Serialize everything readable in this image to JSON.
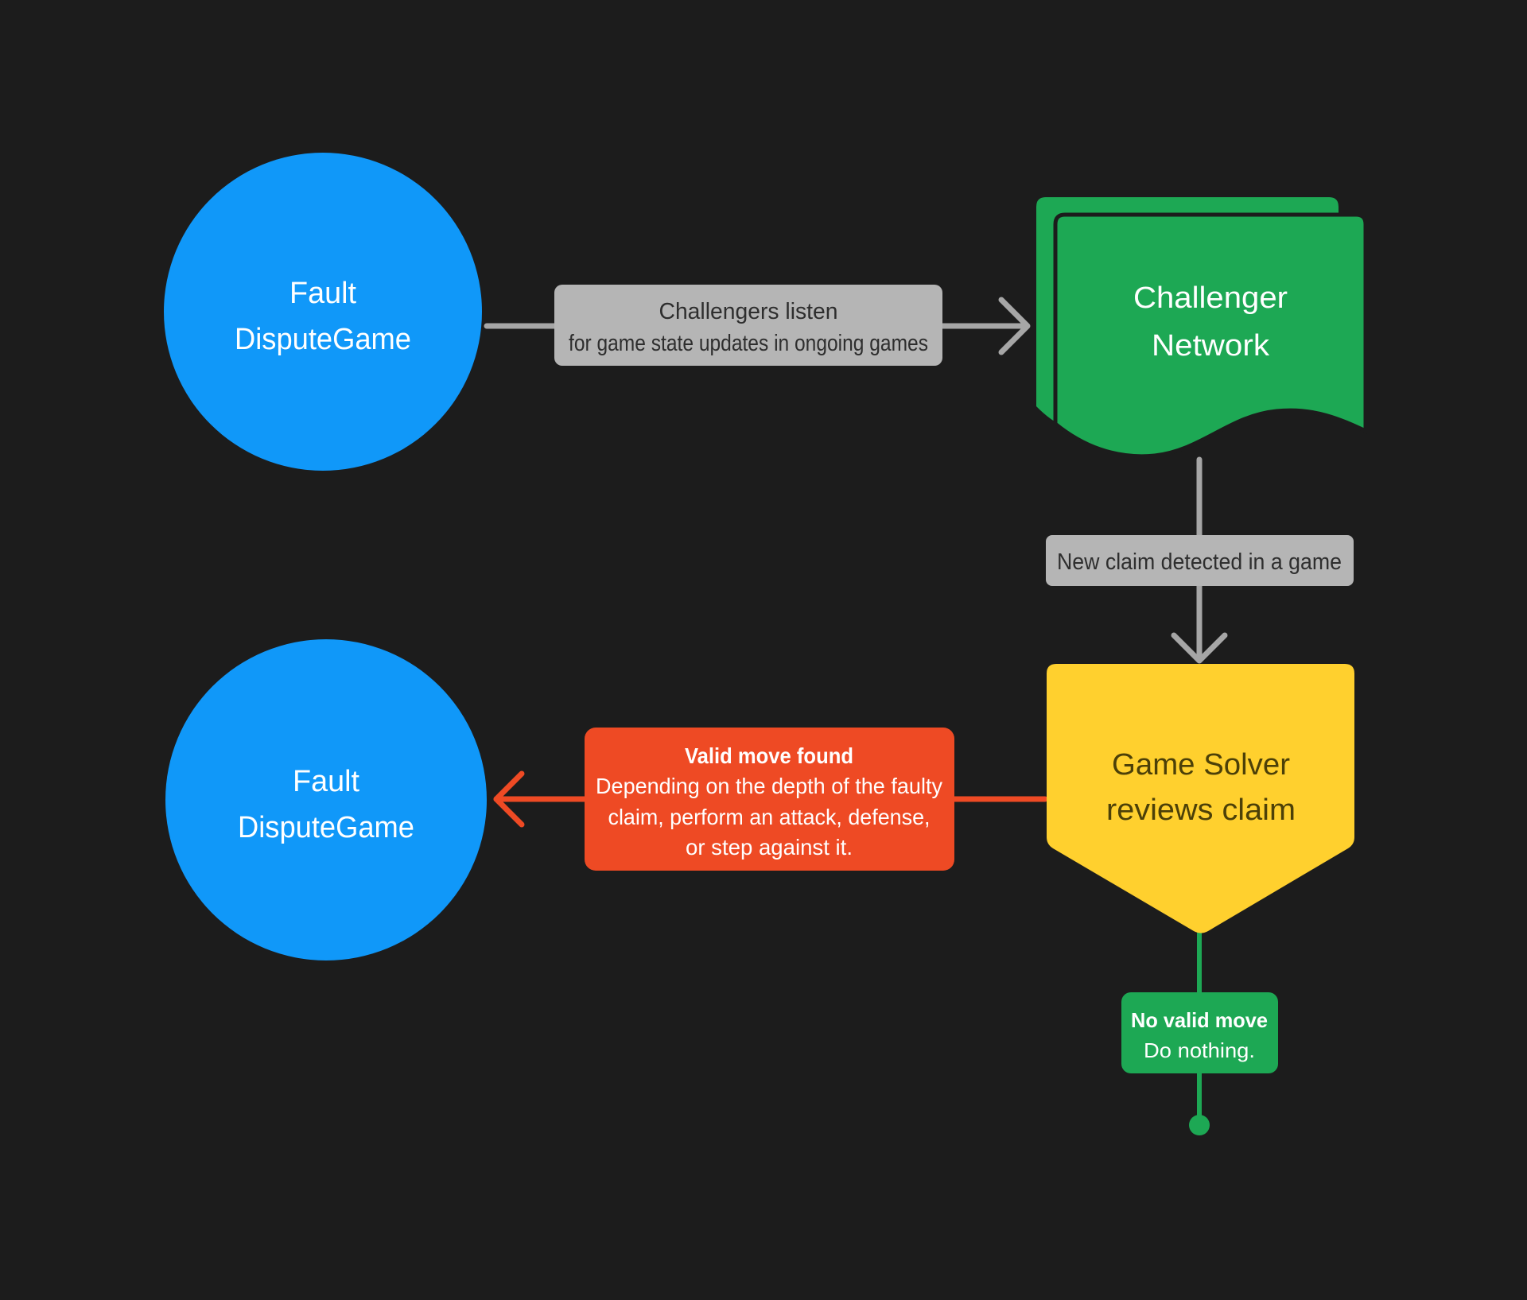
{
  "colors": {
    "background": "#1c1c1c",
    "blue": "#1098f9",
    "green": "#1da854",
    "yellow": "#ffd02e",
    "red": "#ee4a24",
    "label_bg": "#b5b5b5",
    "label_text": "#2e2e2e",
    "arrow": "#a6a6a6",
    "white": "#ffffff",
    "yellow_node_text": "#4c4008"
  },
  "nodes": {
    "fault_top": {
      "line1": "Fault",
      "line2": "DisputeGame"
    },
    "challenger_network": {
      "line1": "Challenger",
      "line2": "Network"
    },
    "game_solver": {
      "line1": "Game Solver",
      "line2": "reviews claim"
    },
    "fault_bottom": {
      "line1": "Fault",
      "line2": "DisputeGame"
    }
  },
  "labels": {
    "challengers_listen": {
      "line1": "Challengers listen",
      "line2": "for game state updates in ongoing games"
    },
    "new_claim": {
      "text": "New claim detected in a game"
    },
    "valid_move": {
      "title": "Valid move found",
      "line1": "Depending on the depth of the faulty",
      "line2": "claim, perform an attack, defense,",
      "line3": "or step against it."
    },
    "no_valid_move": {
      "title": "No valid move",
      "line1": "Do nothing."
    }
  }
}
